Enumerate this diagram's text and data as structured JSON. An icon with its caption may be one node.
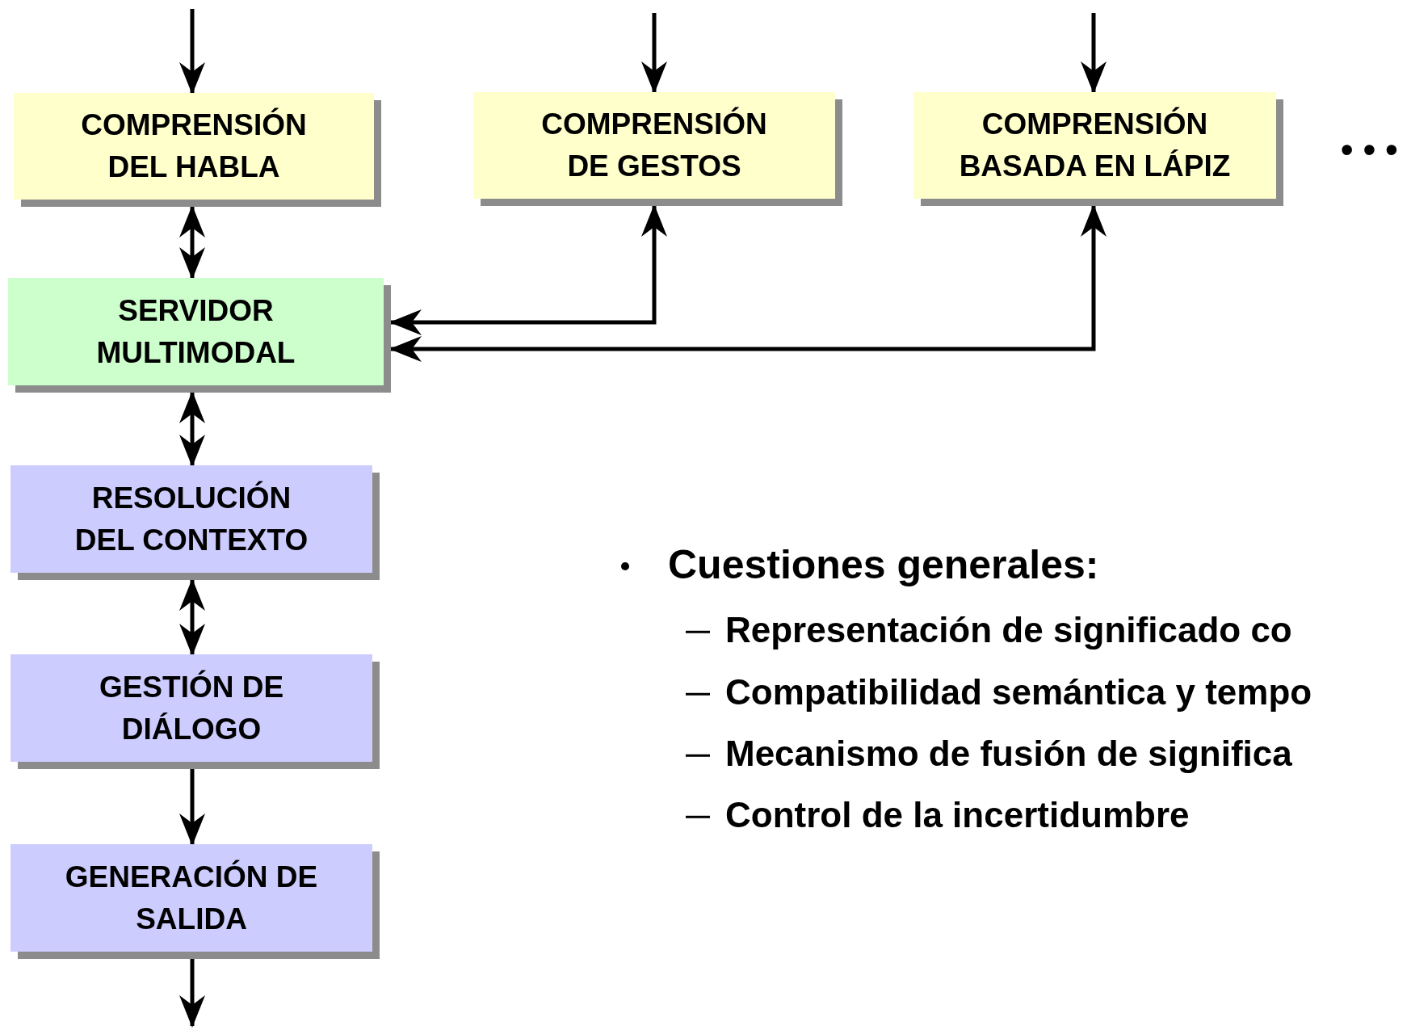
{
  "diagram": {
    "nodes": [
      {
        "text": [
          "COMPRENSIÓN DEL HABLA"
        ]
      },
      {
        "text": [
          "COMPRENSIÓN DE GESTOS"
        ]
      },
      {
        "text": [
          "COMPRENSIÓN BASADA EN LÁPIZ"
        ]
      },
      {
        "text": [
          "SERVIDOR MULTIMODAL"
        ]
      },
      {
        "text": [
          "RESOLUCIÓN DEL CONTEXTO"
        ]
      },
      {
        "text": [
          "GESTIÓN DE DIÁLOGO"
        ]
      },
      {
        "text": [
          "GENERACIÓN DE SALIDA"
        ]
      }
    ],
    "edges": [
      {
        "from": null,
        "to": 0,
        "arrow": "to"
      },
      {
        "from": null,
        "to": 1,
        "arrow": "to"
      },
      {
        "from": null,
        "to": 2,
        "arrow": "to"
      },
      {
        "from": 0,
        "to": 3,
        "arrow": "both"
      },
      {
        "from": 1,
        "to": 3,
        "arrow": "both"
      },
      {
        "from": 2,
        "to": 3,
        "arrow": "both"
      },
      {
        "from": 3,
        "to": 4,
        "arrow": "both"
      },
      {
        "from": 4,
        "to": 5,
        "arrow": "both"
      },
      {
        "from": 5,
        "to": 6,
        "arrow": "to"
      },
      {
        "from": 6,
        "to": null,
        "arrow": "to"
      }
    ],
    "labels": [
      "• • •",
      "Cuestiones generales:",
      "Representación de significado co",
      "Compatibilidad semántica y tempo",
      "Mecanismo de fusión de significa",
      "Control de la incertidumbre"
    ]
  }
}
